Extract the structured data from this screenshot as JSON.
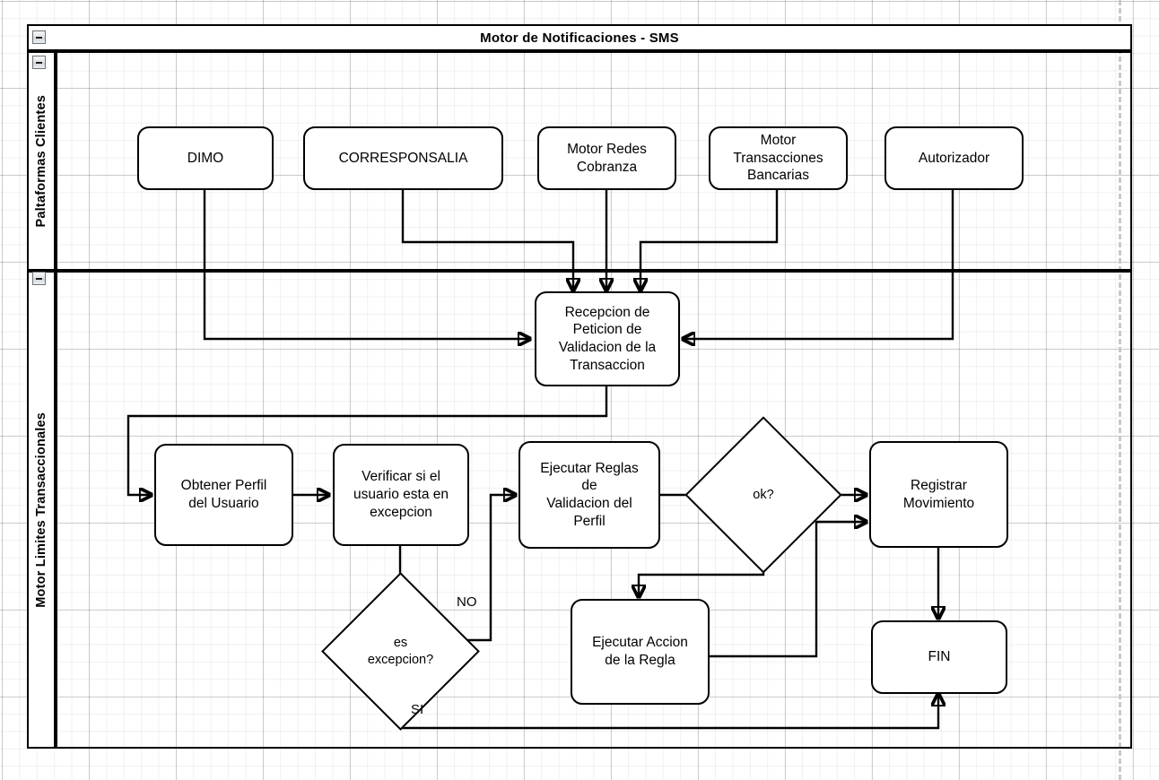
{
  "diagram": {
    "title": "Motor de Notificaciones - SMS",
    "type": "flowchart",
    "lanes": [
      {
        "id": "clientes",
        "label": "Paltaformas Clientes"
      },
      {
        "id": "motor",
        "label": "Motor Limites Transaccionales"
      }
    ],
    "collapse_icon": "minus-collapse-icon"
  },
  "nodes": {
    "dimo": {
      "label": "DIMO",
      "shape": "rounded-rect",
      "lane": "clientes"
    },
    "corresponsalia": {
      "label": "CORRESPONSALIA",
      "shape": "rounded-rect",
      "lane": "clientes"
    },
    "motor_redes": {
      "label": "Motor Redes\nCobranza",
      "shape": "rounded-rect",
      "lane": "clientes"
    },
    "motor_transacciones": {
      "label": "Motor\nTransacciones\nBancarias",
      "shape": "rounded-rect",
      "lane": "clientes"
    },
    "autorizador": {
      "label": "Autorizador",
      "shape": "rounded-rect",
      "lane": "clientes"
    },
    "recepcion": {
      "label": "Recepcion de\nPeticion de\nValidacion de la\nTransaccion",
      "shape": "rounded-rect",
      "lane": "motor"
    },
    "obtener_perfil": {
      "label": "Obtener Perfil\ndel Usuario",
      "shape": "rounded-rect",
      "lane": "motor"
    },
    "verificar_excepcion": {
      "label": "Verificar si el\nusuario esta en\nexcepcion",
      "shape": "rounded-rect",
      "lane": "motor"
    },
    "es_excepcion": {
      "label": "es\nexcepcion?",
      "shape": "diamond",
      "lane": "motor"
    },
    "ejecutar_reglas": {
      "label": "Ejecutar Reglas\nde\nValidacion del\nPerfil",
      "shape": "rounded-rect",
      "lane": "motor"
    },
    "ok": {
      "label": "ok?",
      "shape": "diamond",
      "lane": "motor"
    },
    "ejecutar_accion": {
      "label": "Ejecutar Accion\nde la Regla",
      "shape": "rounded-rect",
      "lane": "motor"
    },
    "registrar_movimiento": {
      "label": "Registrar\nMovimiento",
      "shape": "rounded-rect",
      "lane": "motor"
    },
    "fin": {
      "label": "FIN",
      "shape": "rounded-rect",
      "lane": "motor"
    }
  },
  "edge_labels": {
    "no": "NO",
    "si": "SI"
  },
  "edges": [
    {
      "from": "dimo",
      "to": "recepcion",
      "label": ""
    },
    {
      "from": "corresponsalia",
      "to": "recepcion",
      "label": ""
    },
    {
      "from": "motor_redes",
      "to": "recepcion",
      "label": ""
    },
    {
      "from": "motor_transacciones",
      "to": "recepcion",
      "label": ""
    },
    {
      "from": "autorizador",
      "to": "recepcion",
      "label": ""
    },
    {
      "from": "recepcion",
      "to": "obtener_perfil",
      "label": ""
    },
    {
      "from": "obtener_perfil",
      "to": "verificar_excepcion",
      "label": ""
    },
    {
      "from": "verificar_excepcion",
      "to": "es_excepcion",
      "label": ""
    },
    {
      "from": "es_excepcion",
      "to": "ejecutar_reglas",
      "label": "NO"
    },
    {
      "from": "es_excepcion",
      "to": "fin",
      "label": "SI"
    },
    {
      "from": "ejecutar_reglas",
      "to": "ok",
      "label": ""
    },
    {
      "from": "ok",
      "to": "registrar_movimiento",
      "label": ""
    },
    {
      "from": "ok",
      "to": "ejecutar_accion",
      "label": ""
    },
    {
      "from": "ejecutar_accion",
      "to": "registrar_movimiento",
      "label": ""
    },
    {
      "from": "registrar_movimiento",
      "to": "fin",
      "label": ""
    }
  ],
  "colors": {
    "stroke": "#000000",
    "fill": "#ffffff",
    "grid_minor": "#efefef",
    "grid_major": "#d9d9d9",
    "page_break": "#c9c9c9"
  }
}
